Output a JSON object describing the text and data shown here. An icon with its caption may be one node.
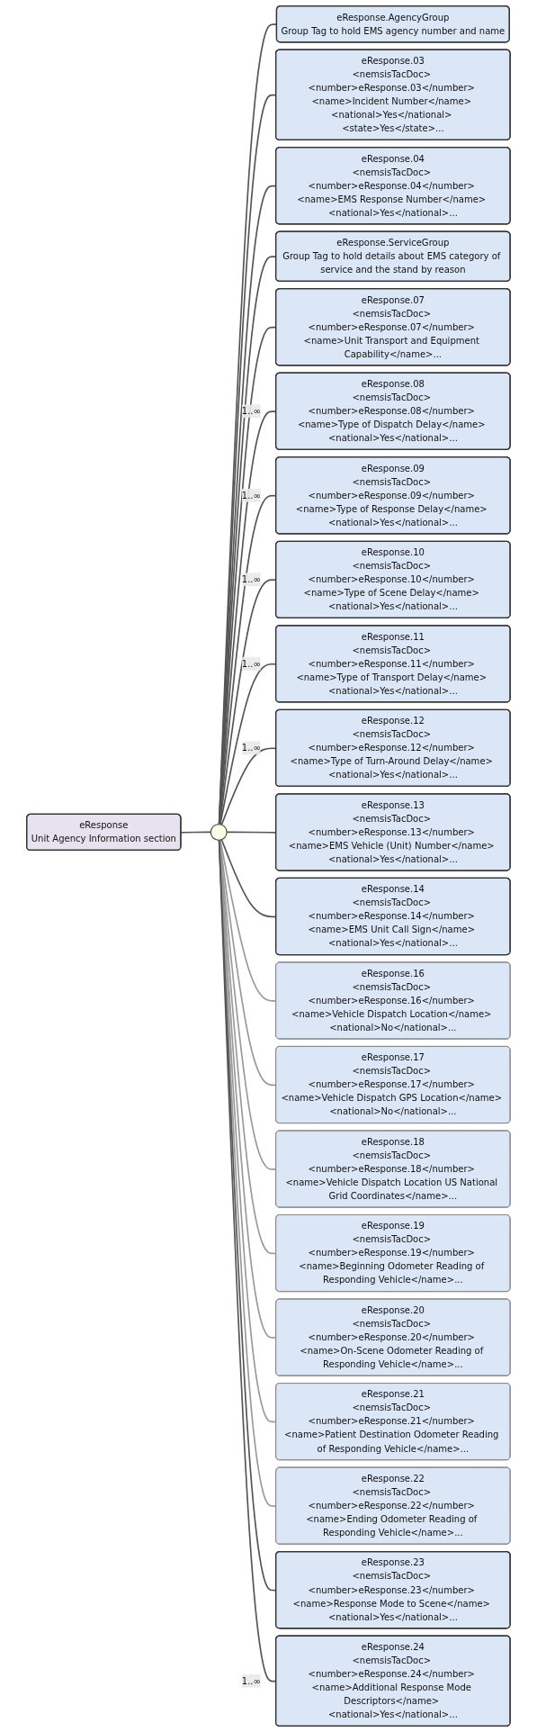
{
  "diagram": {
    "nodes": [
      {
        "text": [
          "eResponse",
          "Unit Agency Information section"
        ]
      },
      {
        "text": [],
        "shape": "circle"
      },
      {
        "text": [
          "eResponse.AgencyGroup",
          "Group Tag to hold EMS agency number and name"
        ]
      },
      {
        "text": [
          "eResponse.03",
          "<nemsisTacDoc> <number>eResponse.03</number> <name>Incident Number</name> <national>Yes</national> <state>Yes</state>..."
        ]
      },
      {
        "text": [
          "eResponse.04",
          "<nemsisTacDoc> <number>eResponse.04</number> <name>EMS Response Number</name> <national>Yes</national>..."
        ]
      },
      {
        "text": [
          "eResponse.ServiceGroup",
          "Group Tag to hold details about EMS category of service and the stand by reason"
        ]
      },
      {
        "text": [
          "eResponse.07",
          "<nemsisTacDoc> <number>eResponse.07</number> <name>Unit Transport and Equipment Capability</name>..."
        ]
      },
      {
        "text": [
          "eResponse.08",
          "<nemsisTacDoc> <number>eResponse.08</number> <name>Type of Dispatch Delay</name> <national>Yes</national>..."
        ]
      },
      {
        "text": [
          "eResponse.09",
          "<nemsisTacDoc> <number>eResponse.09</number> <name>Type of Response Delay</name> <national>Yes</national>..."
        ]
      },
      {
        "text": [
          "eResponse.10",
          "<nemsisTacDoc> <number>eResponse.10</number> <name>Type of Scene Delay</name> <national>Yes</national>..."
        ]
      },
      {
        "text": [
          "eResponse.11",
          "<nemsisTacDoc> <number>eResponse.11</number> <name>Type of Transport Delay</name> <national>Yes</national>..."
        ]
      },
      {
        "text": [
          "eResponse.12",
          "<nemsisTacDoc> <number>eResponse.12</number> <name>Type of Turn-Around Delay</name> <national>Yes</national>..."
        ]
      },
      {
        "text": [
          "eResponse.13",
          "<nemsisTacDoc> <number>eResponse.13</number> <name>EMS Vehicle (Unit) Number</name> <national>Yes</national>..."
        ]
      },
      {
        "text": [
          "eResponse.14",
          "<nemsisTacDoc> <number>eResponse.14</number> <name>EMS Unit Call Sign</name> <national>Yes</national>..."
        ]
      },
      {
        "text": [
          "eResponse.16",
          "<nemsisTacDoc> <number>eResponse.16</number> <name>Vehicle Dispatch Location</name> <national>No</national>..."
        ]
      },
      {
        "text": [
          "eResponse.17",
          "<nemsisTacDoc> <number>eResponse.17</number> <name>Vehicle Dispatch GPS Location</name> <national>No</national>..."
        ]
      },
      {
        "text": [
          "eResponse.18",
          "<nemsisTacDoc> <number>eResponse.18</number> <name>Vehicle Dispatch Location US National Grid Coordinates</name>..."
        ]
      },
      {
        "text": [
          "eResponse.19",
          "<nemsisTacDoc> <number>eResponse.19</number> <name>Beginning Odometer Reading of Responding Vehicle</name>..."
        ]
      },
      {
        "text": [
          "eResponse.20",
          "<nemsisTacDoc> <number>eResponse.20</number> <name>On-Scene Odometer Reading of Responding Vehicle</name>..."
        ]
      },
      {
        "text": [
          "eResponse.21",
          "<nemsisTacDoc> <number>eResponse.21</number> <name>Patient Destination Odometer Reading of Responding Vehicle</name>..."
        ]
      },
      {
        "text": [
          "eResponse.22",
          "<nemsisTacDoc> <number>eResponse.22</number> <name>Ending Odometer Reading of Responding Vehicle</name>..."
        ]
      },
      {
        "text": [
          "eResponse.23",
          "<nemsisTacDoc> <number>eResponse.23</number> <name>Response Mode to Scene</name> <national>Yes</national>..."
        ]
      },
      {
        "text": [
          "eResponse.24",
          "<nemsisTacDoc> <number>eResponse.24</number> <name>Additional Response Mode Descriptors</name> <national>Yes</national>..."
        ]
      }
    ],
    "edges": [
      {
        "from": 0,
        "to": 1,
        "arrow": "none"
      },
      {
        "from": 1,
        "to": 2,
        "arrow": "none"
      },
      {
        "from": 1,
        "to": 3,
        "arrow": "none"
      },
      {
        "from": 1,
        "to": 4,
        "arrow": "none"
      },
      {
        "from": 1,
        "to": 5,
        "arrow": "none"
      },
      {
        "from": 1,
        "to": 6,
        "arrow": "none"
      },
      {
        "from": 1,
        "to": 7,
        "arrow": "none",
        "label": "1..∞"
      },
      {
        "from": 1,
        "to": 8,
        "arrow": "none",
        "label": "1..∞"
      },
      {
        "from": 1,
        "to": 9,
        "arrow": "none",
        "label": "1..∞"
      },
      {
        "from": 1,
        "to": 10,
        "arrow": "none",
        "label": "1..∞"
      },
      {
        "from": 1,
        "to": 11,
        "arrow": "none",
        "label": "1..∞"
      },
      {
        "from": 1,
        "to": 12,
        "arrow": "none"
      },
      {
        "from": 1,
        "to": 13,
        "arrow": "none"
      },
      {
        "from": 1,
        "to": 14,
        "arrow": "none",
        "color": "#999999"
      },
      {
        "from": 1,
        "to": 15,
        "arrow": "none",
        "color": "#999999"
      },
      {
        "from": 1,
        "to": 16,
        "arrow": "none",
        "color": "#999999"
      },
      {
        "from": 1,
        "to": 17,
        "arrow": "none",
        "color": "#999999"
      },
      {
        "from": 1,
        "to": 18,
        "arrow": "none",
        "color": "#999999"
      },
      {
        "from": 1,
        "to": 19,
        "arrow": "none",
        "color": "#999999"
      },
      {
        "from": 1,
        "to": 20,
        "arrow": "none",
        "color": "#999999"
      },
      {
        "from": 1,
        "to": 21,
        "arrow": "none"
      },
      {
        "from": 1,
        "to": 22,
        "arrow": "none",
        "label": "1..∞"
      }
    ]
  }
}
